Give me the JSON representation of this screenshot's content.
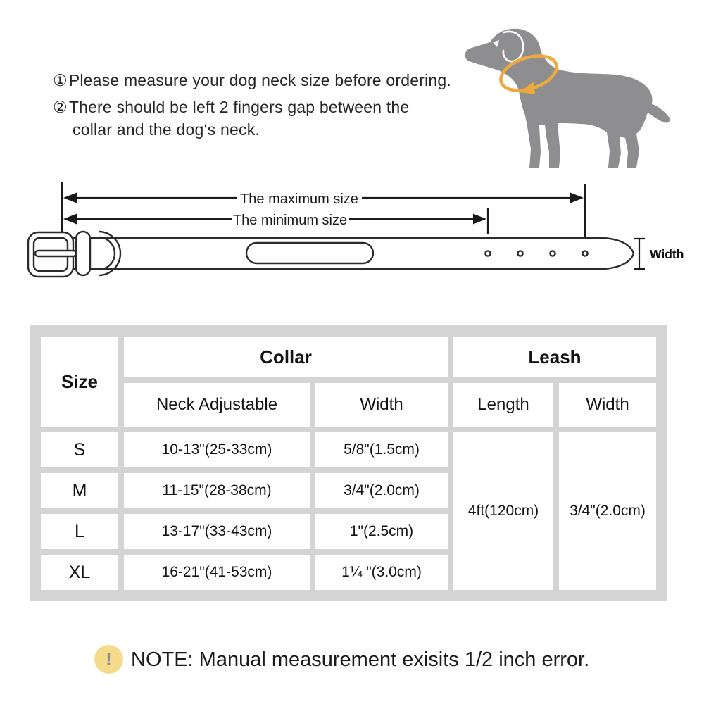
{
  "instructions": {
    "lines": [
      {
        "num": "①",
        "text": "Please measure your dog neck size before ordering."
      },
      {
        "num": "②",
        "text": "There should be left 2 fingers gap between the"
      },
      {
        "num": "",
        "text": "collar and the dog‘s neck."
      }
    ]
  },
  "dog": {
    "description": "gray dog silhouette with orange measuring ring around neck",
    "body_color": "#8E8E90",
    "ring_color": "#EDA93E"
  },
  "diagram": {
    "max_label": "The maximum size",
    "min_label": "The minimum size",
    "width_label": "Width",
    "line_color": "#1a1a1a",
    "outline_color": "#2b2b2b"
  },
  "table": {
    "header": {
      "size": "Size",
      "collar": "Collar",
      "leash": "Leash",
      "neck_adjustable": "Neck Adjustable",
      "collar_width": "Width",
      "leash_length": "Length",
      "leash_width": "Width"
    },
    "rows": [
      {
        "size": "S",
        "neck": "10-13\"(25-33cm)",
        "width": "5/8\"(1.5cm)"
      },
      {
        "size": "M",
        "neck": "11-15\"(28-38cm)",
        "width": "3/4\"(2.0cm)"
      },
      {
        "size": "L",
        "neck": "13-17\"(33-43cm)",
        "width": "1\"(2.5cm)"
      },
      {
        "size": "XL",
        "neck": "16-21\"(41-53cm)",
        "width": "1¼ \"(3.0cm)"
      }
    ],
    "leash": {
      "length": "4ft(120cm)",
      "width": "3/4\"(2.0cm)"
    },
    "gutter_color": "#D4D4D4",
    "cell_color": "#FFFFFF"
  },
  "note": {
    "icon": "!",
    "icon_bg": "#F5DC8C",
    "icon_color": "#8F8F8F",
    "text": "NOTE: Manual measurement exisits 1/2 inch error."
  }
}
